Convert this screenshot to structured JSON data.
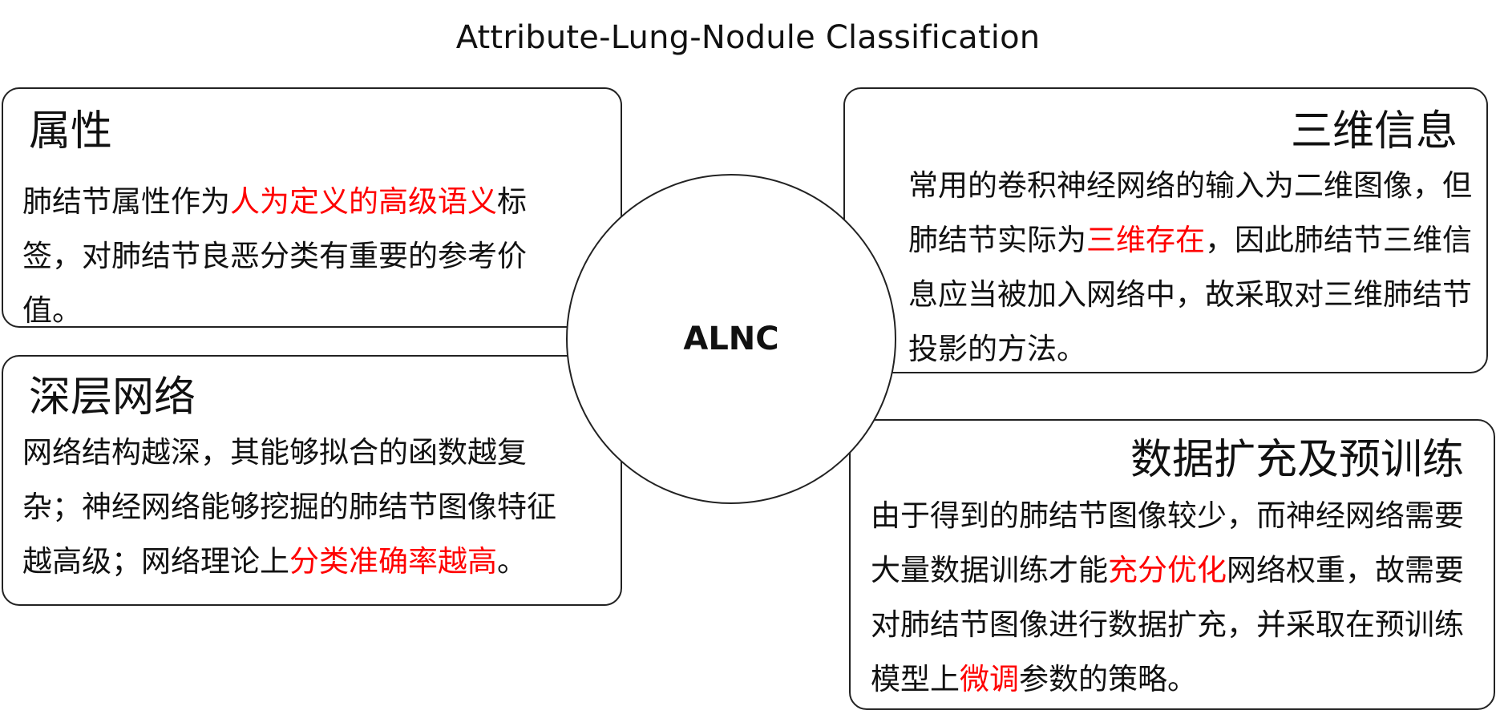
{
  "title": "Attribute-Lung-Nodule Classification",
  "center": {
    "label": "ALNC"
  },
  "colors": {
    "highlight": "#ff0000",
    "text": "#111111",
    "border": "#222222"
  },
  "sections": {
    "attribute": {
      "heading": "属性",
      "text": [
        {
          "t": "肺结节属性作为",
          "red": false
        },
        {
          "t": "人为定义的高级语义",
          "red": true
        },
        {
          "t": "标签，对肺结节良恶分类有重要的参考价值。",
          "red": false
        }
      ]
    },
    "deep_network": {
      "heading": "深层网络",
      "text": [
        {
          "t": "网络结构越深，其能够拟合的函数越复杂；神经网络能够挖掘的肺结节图像特征越高级；网络理论上",
          "red": false
        },
        {
          "t": "分类准确率越高",
          "red": true
        },
        {
          "t": "。",
          "red": false
        }
      ]
    },
    "three_d": {
      "heading": "三维信息",
      "text": [
        {
          "t": "常用的卷积神经网络的输入为二维图像，但肺结节实际为",
          "red": false
        },
        {
          "t": "三维存在",
          "red": true
        },
        {
          "t": "，因此肺结节三维信息应当被加入网络中，故采取对三维肺结节投影的方法。",
          "red": false
        }
      ]
    },
    "data_aug": {
      "heading": "数据扩充及预训练",
      "text": [
        {
          "t": "由于得到的肺结节图像较少，而神经网络需要大量数据训练才能",
          "red": false
        },
        {
          "t": "充分优化",
          "red": true
        },
        {
          "t": "网络权重，故需要对肺结节图像进行数据扩充，并采取在预训练模型上",
          "red": false
        },
        {
          "t": "微调",
          "red": true
        },
        {
          "t": "参数的策略。",
          "red": false
        }
      ]
    }
  }
}
